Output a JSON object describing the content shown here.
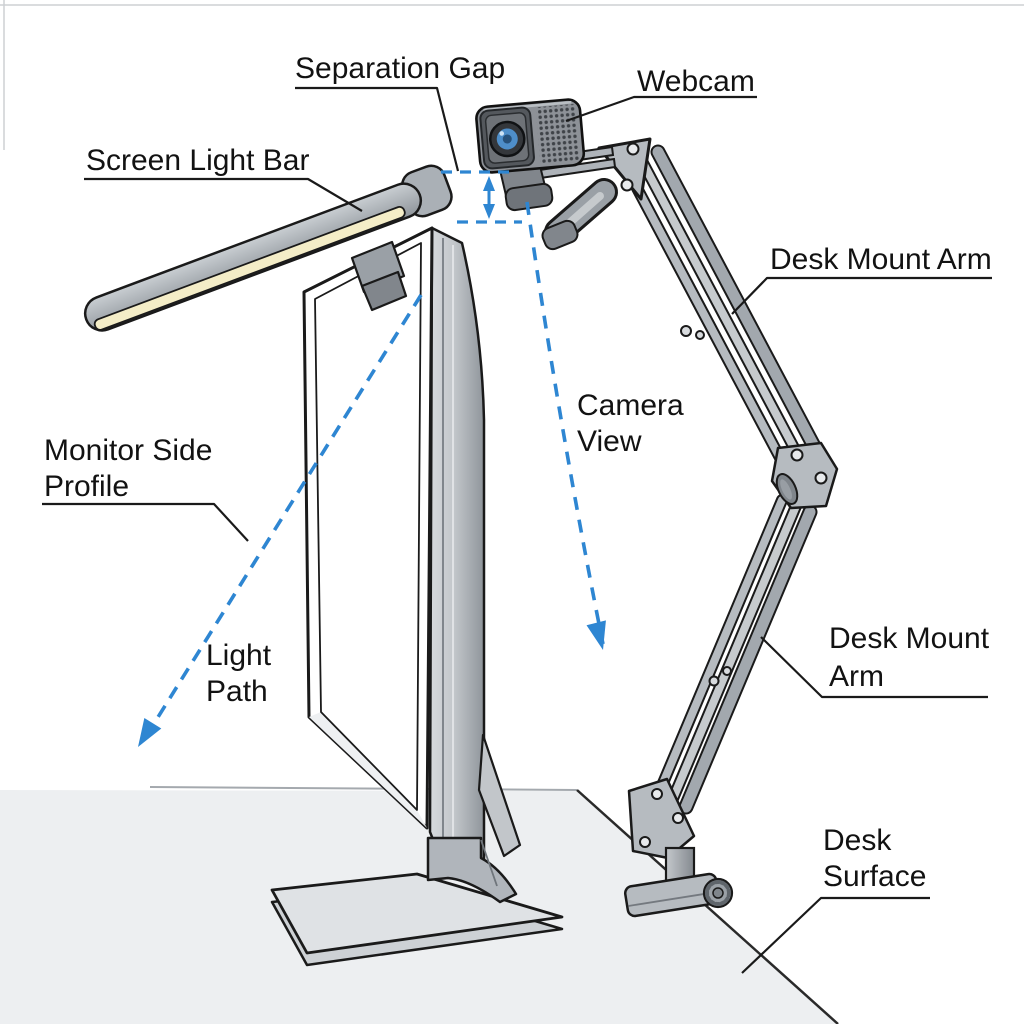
{
  "diagram": {
    "type": "labeled-technical-illustration",
    "subject": "Webcam on desk mount arm above a screen light bar on a monitor (side profile)",
    "labels": {
      "separation_gap": "Separation Gap",
      "webcam": "Webcam",
      "screen_light_bar": "Screen Light Bar",
      "desk_mount_arm_upper": "Desk Mount Arm",
      "camera_view_line1": "Camera",
      "camera_view_line2": "View",
      "monitor_side_profile_line1": "Monitor Side",
      "monitor_side_profile_line2": "Profile",
      "light_path_line1": "Light",
      "light_path_line2": "Path",
      "desk_mount_arm_lower_line1": "Desk Mount",
      "desk_mount_arm_lower_line2": "Arm",
      "desk_surface_line1": "Desk",
      "desk_surface_line2": "Surface"
    },
    "colors": {
      "annotation_blue": "#2e86d2",
      "outline": "#1a1a1a",
      "label_text": "#121212",
      "desk_fill": "#edeff1",
      "screen_white": "#ffffff",
      "light_bar_glow": "#f4edc7",
      "lens_blue": "#4e8ec9",
      "metal_mid": "#b6bbc0"
    }
  }
}
